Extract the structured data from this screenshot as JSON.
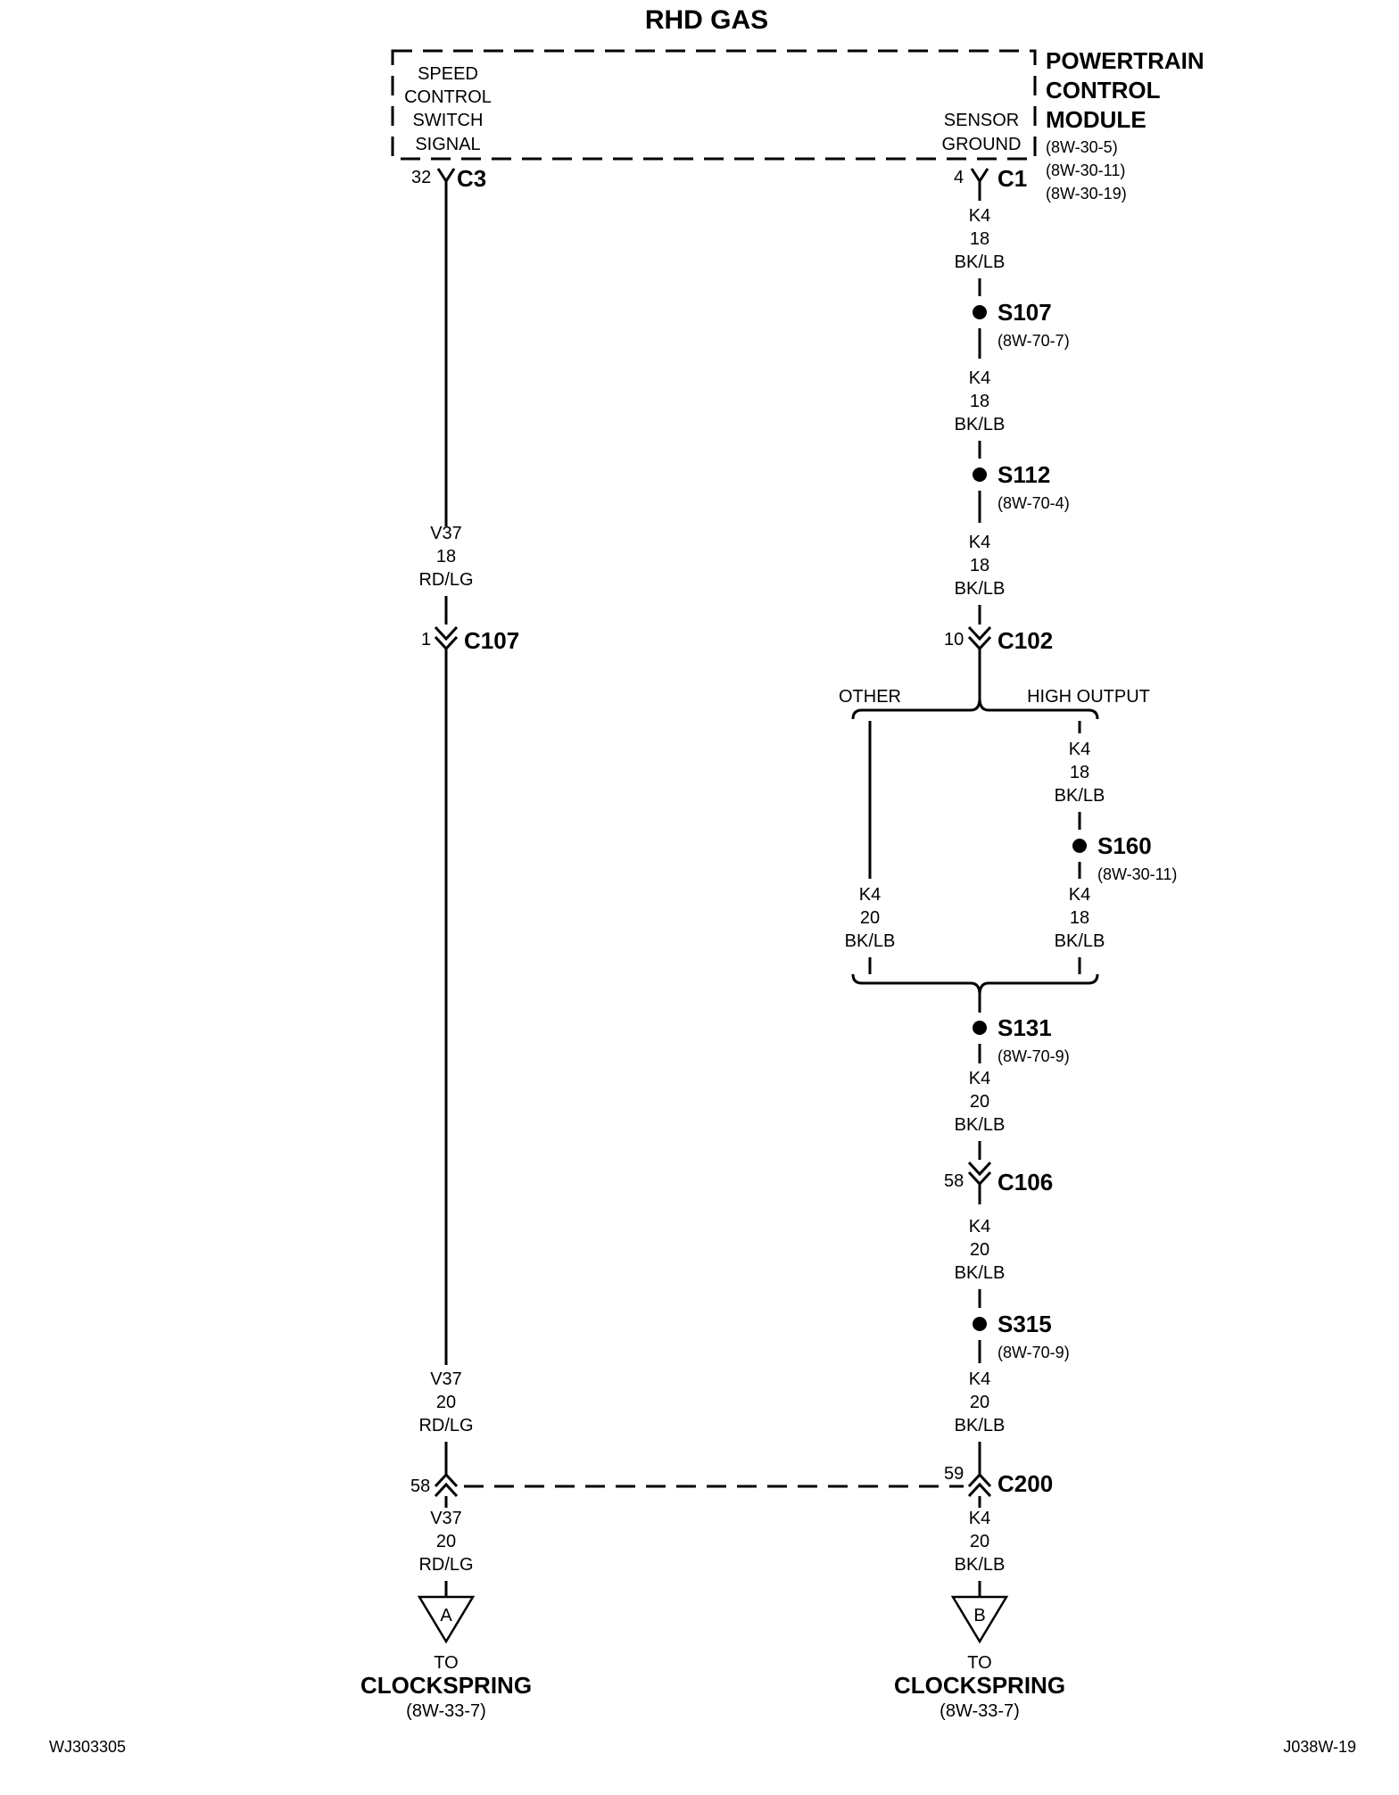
{
  "title": "RHD GAS",
  "module": {
    "name_lines": [
      "POWERTRAIN",
      "CONTROL",
      "MODULE"
    ],
    "refs": [
      "(8W-30-5)",
      "(8W-30-11)",
      "(8W-30-19)"
    ],
    "left_pin_label": [
      "SPEED",
      "CONTROL",
      "SWITCH",
      "SIGNAL"
    ],
    "right_pin_label": [
      "SENSOR",
      "GROUND"
    ]
  },
  "left_circuit": {
    "pin": "32",
    "connector": "C3",
    "wire_1": [
      "V37",
      "18",
      "RD/LG"
    ],
    "c107": {
      "pin": "1",
      "name": "C107"
    },
    "wire_2": [
      "V37",
      "20",
      "RD/LG"
    ],
    "c200_pin": "58",
    "wire_3": [
      "V37",
      "20",
      "RD/LG"
    ],
    "terminal_letter": "A",
    "to": "TO",
    "dest": "CLOCKSPRING",
    "dest_ref": "(8W-33-7)"
  },
  "right_circuit": {
    "pin": "4",
    "connector": "C1",
    "wire_1": [
      "K4",
      "18",
      "BK/LB"
    ],
    "s107": {
      "name": "S107",
      "ref": "(8W-70-7)"
    },
    "wire_2": [
      "K4",
      "18",
      "BK/LB"
    ],
    "s112": {
      "name": "S112",
      "ref": "(8W-70-4)"
    },
    "wire_3": [
      "K4",
      "18",
      "BK/LB"
    ],
    "c102": {
      "pin": "10",
      "name": "C102"
    },
    "branch_other": "OTHER",
    "branch_high": "HIGH OUTPUT",
    "high_wire_1": [
      "K4",
      "18",
      "BK/LB"
    ],
    "s160": {
      "name": "S160",
      "ref": "(8W-30-11)"
    },
    "high_wire_2": [
      "K4",
      "18",
      "BK/LB"
    ],
    "other_wire": [
      "K4",
      "20",
      "BK/LB"
    ],
    "s131": {
      "name": "S131",
      "ref": "(8W-70-9)"
    },
    "wire_4": [
      "K4",
      "20",
      "BK/LB"
    ],
    "c106": {
      "pin": "58",
      "name": "C106"
    },
    "wire_5": [
      "K4",
      "20",
      "BK/LB"
    ],
    "s315": {
      "name": "S315",
      "ref": "(8W-70-9)"
    },
    "wire_6": [
      "K4",
      "20",
      "BK/LB"
    ],
    "c200": {
      "pin": "59",
      "name": "C200"
    },
    "wire_7": [
      "K4",
      "20",
      "BK/LB"
    ],
    "terminal_letter": "B",
    "to": "TO",
    "dest": "CLOCKSPRING",
    "dest_ref": "(8W-33-7)"
  },
  "footer": {
    "left_code": "WJ303305",
    "right_code": "J038W-19"
  }
}
